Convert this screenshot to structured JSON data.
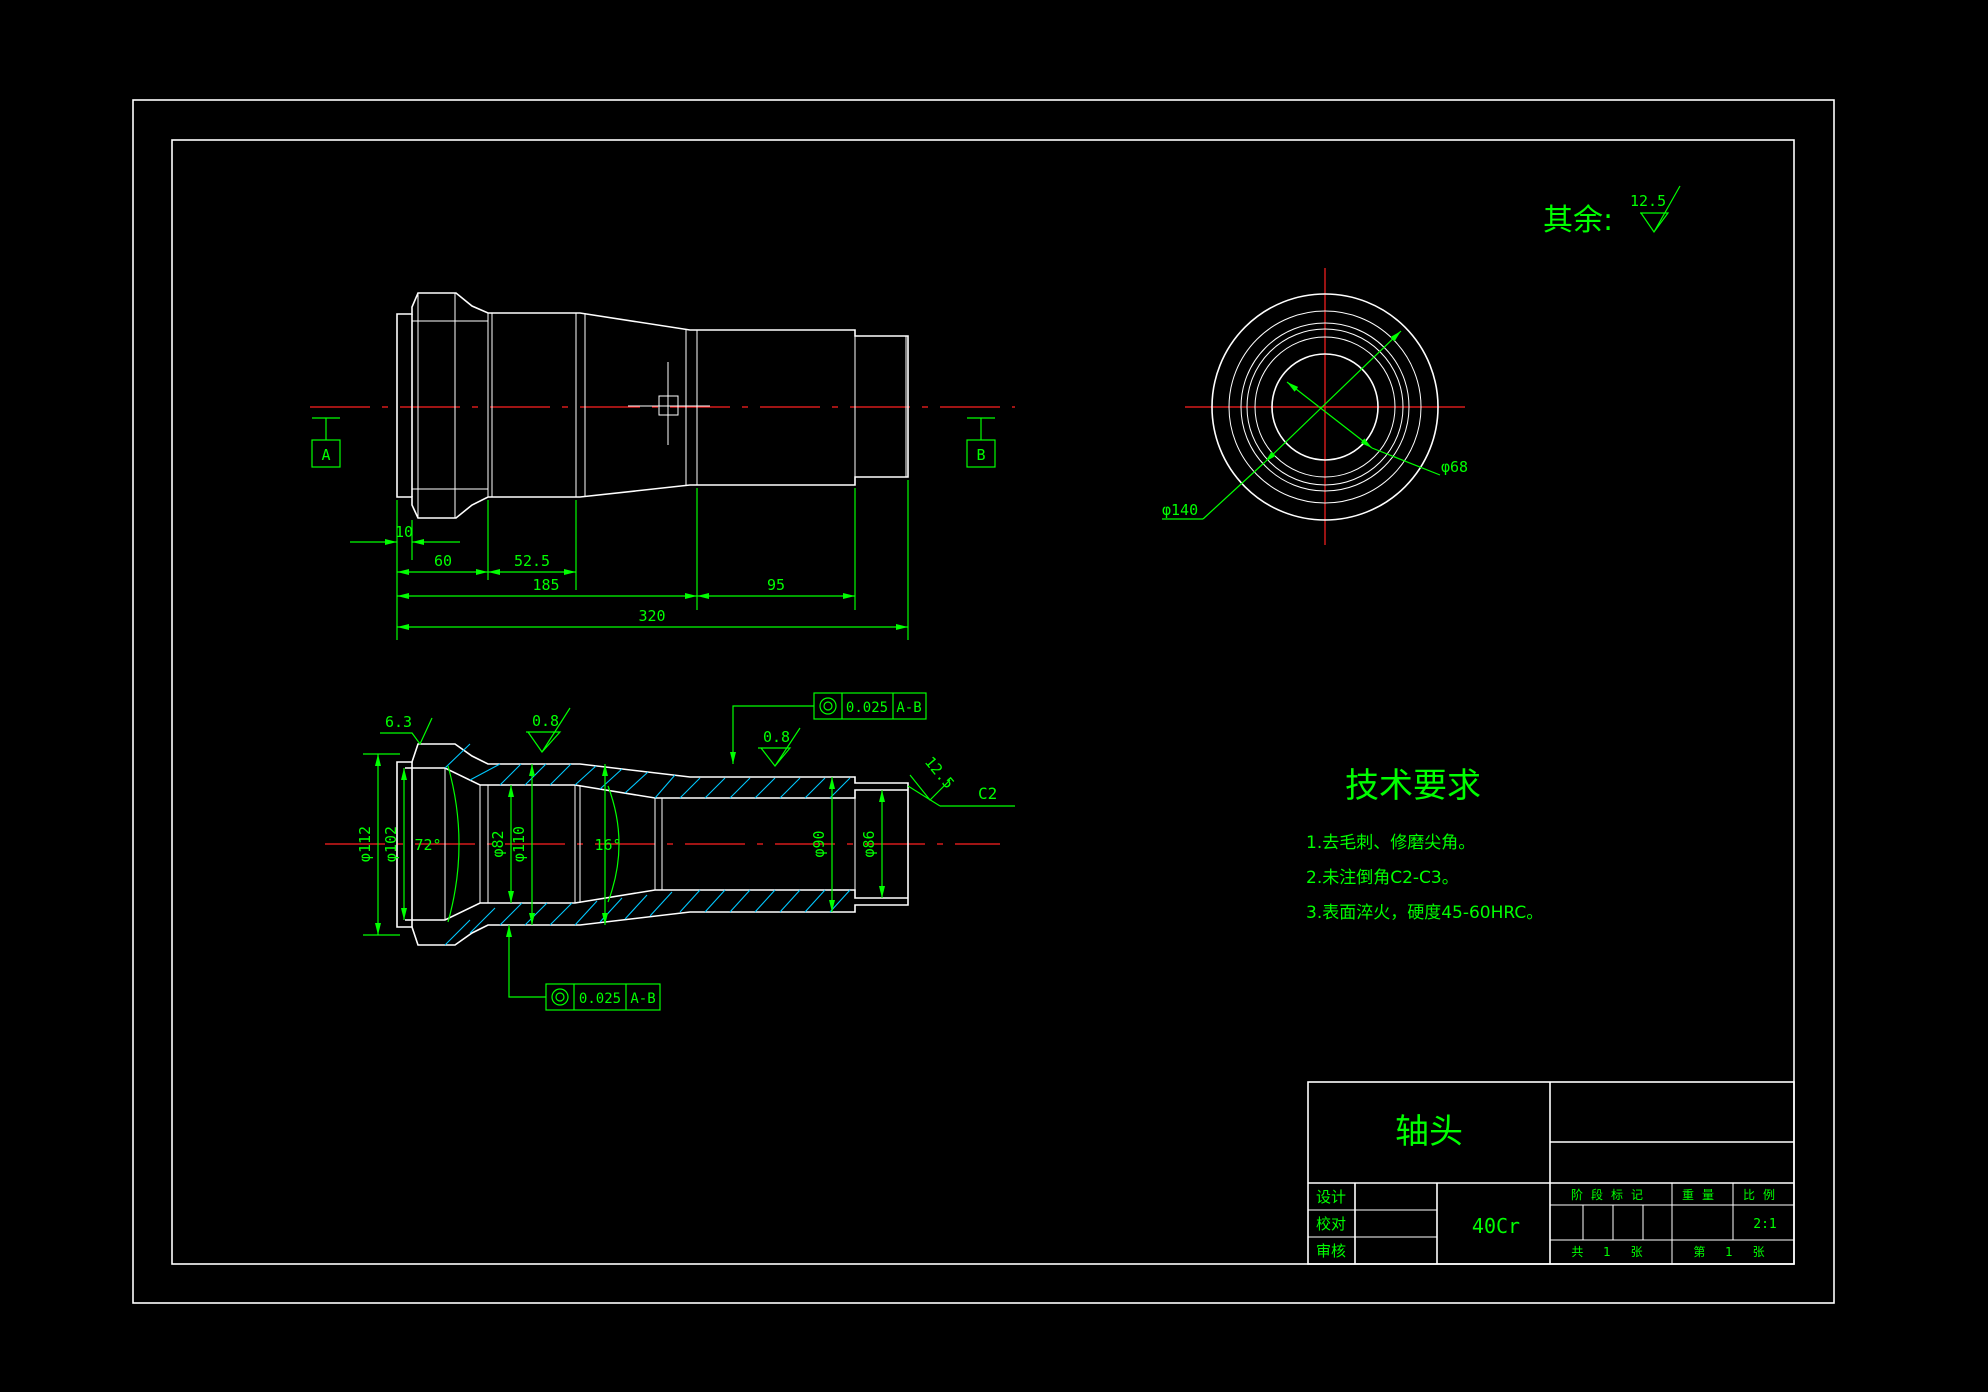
{
  "surface_finish_note": {
    "label": "其余:",
    "value": "12.5"
  },
  "front_view": {
    "datum_a": "A",
    "datum_b": "B",
    "dimensions": {
      "d10": "10",
      "d60": "60",
      "d52_5": "52.5",
      "d185": "185",
      "d95": "95",
      "d320": "320"
    }
  },
  "end_view": {
    "diameter_outer": "φ140",
    "diameter_inner": "φ68"
  },
  "section_view": {
    "roughness_63": "6.3",
    "roughness_08_left": "0.8",
    "roughness_08_right": "0.8",
    "roughness_125": "12.5",
    "chamfer": "C2",
    "angle_72": "72°",
    "angle_16": "16°",
    "diameters": {
      "d112": "φ112",
      "d102": "φ102",
      "d82": "φ82",
      "d110": "φ110",
      "d90": "φ90",
      "d86": "φ86"
    },
    "tolerance_top": {
      "value": "0.025",
      "datum": "A-B"
    },
    "tolerance_bottom": {
      "value": "0.025",
      "datum": "A-B"
    }
  },
  "technical_requirements": {
    "title": "技术要求",
    "items": [
      "1.去毛刺、修磨尖角。",
      "2.未注倒角C2-C3。",
      "3.表面淬火，硬度45-60HRC。"
    ]
  },
  "title_block": {
    "part_name": "轴头",
    "material": "40Cr",
    "design_label": "设计",
    "check_label": "校对",
    "review_label": "审核",
    "stage_marks_label": "阶段标记",
    "weight_label": "重量",
    "scale_label": "比例",
    "scale_value": "2:1",
    "sheets_total": "共 1 张",
    "sheet_no": "第 1 张"
  },
  "colors": {
    "background": "#000000",
    "outline": "#ffffff",
    "annotation": "#00ff00",
    "centerline": "#ff2020",
    "hatch": "#00c8ff"
  }
}
